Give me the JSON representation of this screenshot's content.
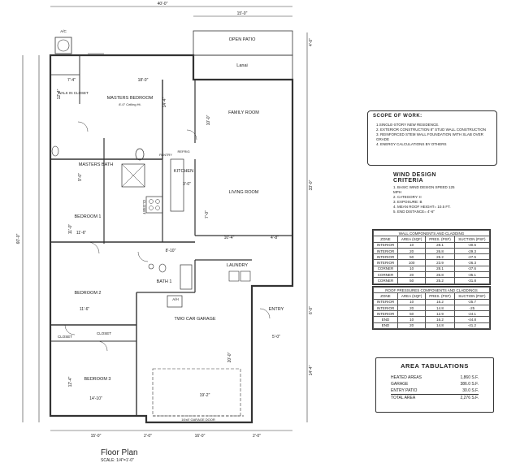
{
  "dimensions": {
    "overall_width": "40'-0\"",
    "patio_width": "15'-0\"",
    "top_right": "4'-0\"",
    "right_upper": "33'-0\"",
    "right_mid": "6'-0\"",
    "right_lower": "14'-4\"",
    "left_total": "60'-0\"",
    "left_a": "7'-4\"",
    "left_b": "18'-0\"",
    "left_c": "12'-4\"",
    "left_d": "11'-0\"",
    "left_e": "11'-6\"",
    "left_f": "11'-6\"",
    "left_g": "12'-4\"",
    "bottom_a": "15'-0\"",
    "bottom_b": "2'-0\"",
    "bottom_c": "16'-0\"",
    "bottom_d": "2'-0\"",
    "interior_a": "14'-4\"",
    "interior_b": "10'-4\"",
    "interior_c": "4'-8\"",
    "interior_d": "5'-0\"",
    "interior_e": "20'-0\"",
    "interior_f": "19'-2\"",
    "interior_g": "14'-10\"",
    "interior_h": "9'-0\"",
    "interior_i": "3'-0\"",
    "interior_j": "7'-0\"",
    "interior_k": "10'-0\"",
    "interior_l": "8'-10\""
  },
  "rooms": {
    "open_patio": "OPEN PATIO",
    "lanai": "Lanai",
    "master_bedroom": "MASTERS BEDROOM",
    "walk_in_closet": "WALK IN CLOSET",
    "master_bath": "MASTERS BATH",
    "family_room": "FAMILY ROOM",
    "kitchen": "KITCHEN",
    "pantry": "PANTRY",
    "refrig": "REFRIG",
    "living_room": "LIVING ROOM",
    "bedroom1": "BEDROOM 1",
    "closet1": "CLOSET",
    "laundry": "LAUNDRY",
    "bath1": "BATH 1",
    "bedroom2": "BEDROOM 2",
    "closet2": "CLOSET",
    "closet3": "CLOSET",
    "garage": "TWO CAR GARAGE",
    "bedroom3": "BEDROOM 3",
    "entry": "ENTRY",
    "ac": "A/C",
    "ah": "A/H",
    "garage_door": "16'x8' GARAGE DOOR",
    "ceiling_note": "8'-0\" Ceiling Ht."
  },
  "drawing": {
    "title": "Floor Plan",
    "scale": "SCALE: 1/4\"=1'-0\""
  },
  "scope": {
    "title": "SCOPE OF WORK:",
    "items": [
      "1.SINGLE-STORY NEW RESIDENCE.",
      "2. EXTERIOR CONSTRUCTION 8\" STUD WALL CONSTRUCTION",
      "3. REINFORCED STEM WALL FOUNDATION WITH SLAB OVER GRADE",
      "4. ENERGY CALCULATIONS BY OTHERS"
    ]
  },
  "wind": {
    "title": "WIND DESIGN CRITERIA",
    "items": [
      "1. BASIC WIND DESIGN SPEED 125 MPH",
      "2. CATEGORY: II",
      "3. EXPOSURE: B",
      "4. MEAN ROOF HEIGHT= 10.5 FT.",
      "5. END DISTANCE= 4'-6\""
    ]
  },
  "wall_table": {
    "title": "WALL COMPONENTS AND CLADDING",
    "headers": [
      "ZONE",
      "AREA (SQF)",
      "PRES. (PSF)",
      "SUCTION (PSF)"
    ],
    "rows": [
      [
        "INTERIOR",
        "10",
        "28.1",
        "-30.5"
      ],
      [
        "INTERIOR",
        "20",
        "26.8",
        "-29.3"
      ],
      [
        "INTERIOR",
        "50",
        "25.2",
        "-27.5"
      ],
      [
        "INTERIOR",
        "100",
        "23.9",
        "-26.3"
      ],
      [
        "CORNER",
        "10",
        "28.1",
        "-37.6"
      ],
      [
        "CORNER",
        "20",
        "26.8",
        "-35.1"
      ],
      [
        "CORNER",
        "50",
        "25.2",
        "-31.8"
      ]
    ]
  },
  "roof_table": {
    "title": "ROOF PRESSURES COMPONENTS AND CLADDINGS",
    "headers": [
      "ZONE",
      "AREA (SQF)",
      "PRES. (PSF)",
      "SUCTION (PSF)"
    ],
    "rows": [
      [
        "INTERIOR",
        "10",
        "16.2",
        "-25.7"
      ],
      [
        "INTERIOR",
        "20",
        "14.8",
        "-25"
      ],
      [
        "INTERIOR",
        "50",
        "12.9",
        "-24.1"
      ],
      [
        "END",
        "10",
        "16.2",
        "-44.8"
      ],
      [
        "END",
        "20",
        "14.8",
        "-41.2"
      ]
    ]
  },
  "area": {
    "title": "AREA TABULATIONS",
    "rows": [
      [
        "HEATED AREAS",
        "1,860 S.F."
      ],
      [
        "GARAGE",
        "386.0 S.F."
      ],
      [
        "ENTRY PATIO",
        "30.0 S.F."
      ]
    ],
    "total_label": "TOTAL AREA",
    "total_value": "2,276 S.F."
  }
}
